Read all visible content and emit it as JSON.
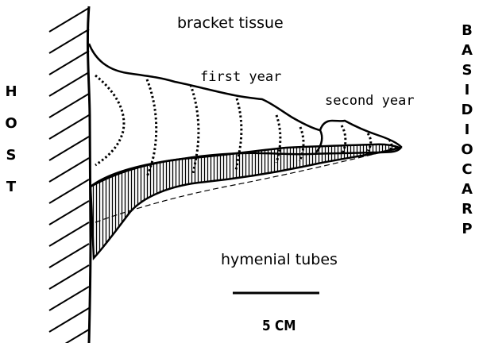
{
  "labels": {
    "bracket_tissue": "bracket tissue",
    "first_year": "first year",
    "second_year": "second year",
    "hymenial_tubes": "hymenial tubes",
    "scale": "5 CM"
  },
  "host_letters": [
    "H",
    "O",
    "S",
    "T"
  ],
  "basidiocarp_letters": [
    "B",
    "A",
    "S",
    "I",
    "D",
    "I",
    "O",
    "C",
    "A",
    "R",
    "P"
  ],
  "colors": {
    "ink": "#000000",
    "background": "#ffffff"
  }
}
